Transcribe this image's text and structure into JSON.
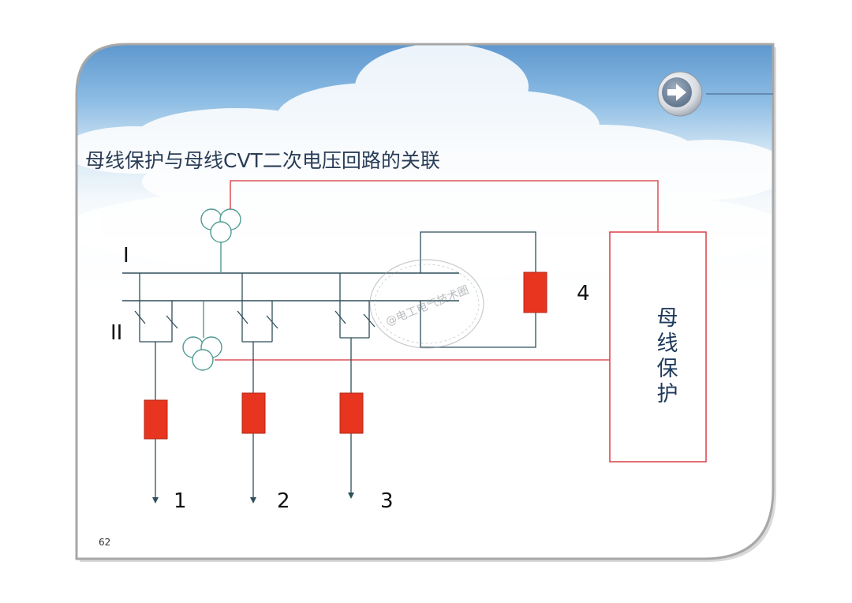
{
  "slide": {
    "title": "母线保护与母线CVT二次电压回路的关联",
    "page_number": "62",
    "next_button_icon": "arrow-right-icon"
  },
  "buses": {
    "bus1_label": "I",
    "bus2_label": "II"
  },
  "feeders": [
    {
      "label": "1"
    },
    {
      "label": "2"
    },
    {
      "label": "3"
    }
  ],
  "coupler": {
    "label": "4"
  },
  "protection": {
    "label_chars": [
      "母",
      "线",
      "保",
      "护"
    ]
  },
  "watermark": {
    "text": "@电工电气技术圈"
  },
  "colors": {
    "sky_blue": "#7fb2dd",
    "line_dark": "#2f4f5a",
    "wire_red": "#d8323a",
    "block_red": "#e8351f",
    "cvt_line": "#4f9b93"
  }
}
